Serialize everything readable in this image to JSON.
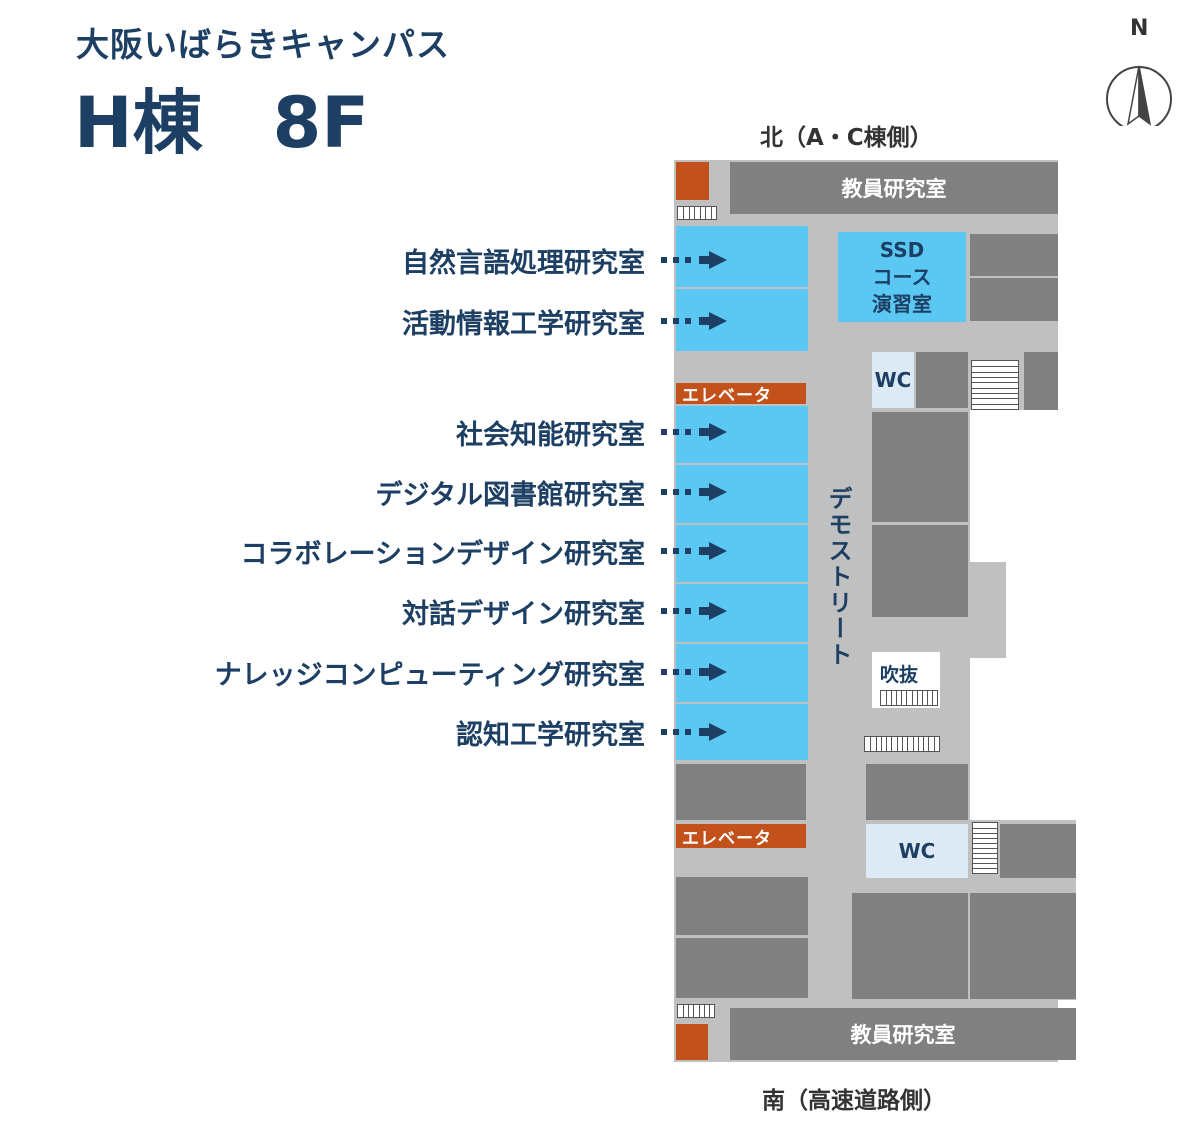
{
  "header": {
    "campus": "大阪いばらきキャンパス",
    "building": "H棟　8F",
    "compass_label": "N"
  },
  "orientation": {
    "north": "北（A・C棟側）",
    "south": "南（高速道路側）"
  },
  "floor": {
    "faculty_room": "教員研究室",
    "ssd_room": [
      "SSD",
      "コース",
      "演習室"
    ],
    "wc": "WC",
    "elevator": "エレベータ",
    "demo_street": "デモストリート",
    "atrium": "吹抜"
  },
  "labs": [
    "自然言語処理研究室",
    "活動情報工学研究室",
    "社会知能研究室",
    "デジタル図書館研究室",
    "コラボレーションデザイン研究室",
    "対話デザイン研究室",
    "ナレッジコンピューティング研究室",
    "認知工学研究室"
  ],
  "colors": {
    "lab": "#5bc8f3",
    "room": "#808080",
    "corridor": "#c0c0c0",
    "elevator": "#c2511c",
    "wc": "#dde9f4",
    "text": "#1c3f63"
  }
}
